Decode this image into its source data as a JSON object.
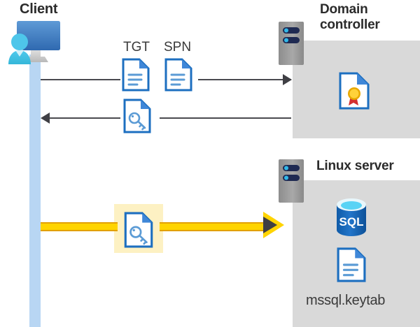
{
  "diagram": {
    "type": "sequence-flow",
    "title_client": "Client",
    "title_domain_controller": "Domain\ncontroller",
    "title_linux_server": "Linux server",
    "colors": {
      "lifeline": "#b8d6f3",
      "zone_gray": "#d9d9d9",
      "arrow_gray": "#3f3f44",
      "flow_yellow": "#ffd400",
      "flow_yellow_edge": "#e2a000",
      "highlight_bg": "#fdf1c3",
      "doc_blue": "#1d6fc0",
      "doc_corner_blue": "#3f87d8",
      "sql_blue": "#1b6ec2",
      "sql_top": "#59d3f5",
      "cert_gold": "#ffd23a",
      "cert_red": "#d32f2f",
      "rack_gray": "#9a9a9a",
      "rack_pill": "#1f2a52",
      "rack_dot": "#31b8e8"
    }
  },
  "client": {
    "label": "Client",
    "icon": "desktop-user-icon"
  },
  "domain_controller": {
    "label_line1": "Domain",
    "label_line2": "controller",
    "rack_icon": "server-rack-icon",
    "contents": [
      {
        "icon": "certificate-document-icon",
        "label": ""
      }
    ]
  },
  "linux_server": {
    "label": "Linux server",
    "rack_icon": "server-rack-icon",
    "contents": [
      {
        "icon": "sql-database-icon",
        "label": "SQL"
      },
      {
        "icon": "document-icon",
        "label": "mssql.keytab"
      }
    ],
    "keytab_filename": "mssql.keytab",
    "sql_text": "SQL"
  },
  "flows": [
    {
      "id": "request",
      "direction": "client-to-domain-controller",
      "style": "thin-gray-arrow",
      "artifacts": [
        {
          "label": "TGT",
          "icon": "document-icon"
        },
        {
          "label": "SPN",
          "icon": "document-icon"
        }
      ]
    },
    {
      "id": "response",
      "direction": "domain-controller-to-client",
      "style": "thin-gray-arrow",
      "artifacts": [
        {
          "label": "",
          "icon": "key-document-icon"
        }
      ]
    },
    {
      "id": "authenticate",
      "direction": "client-to-linux-server",
      "style": "thick-yellow-arrow",
      "highlighted": true,
      "artifacts": [
        {
          "label": "",
          "icon": "key-document-icon"
        }
      ]
    }
  ]
}
